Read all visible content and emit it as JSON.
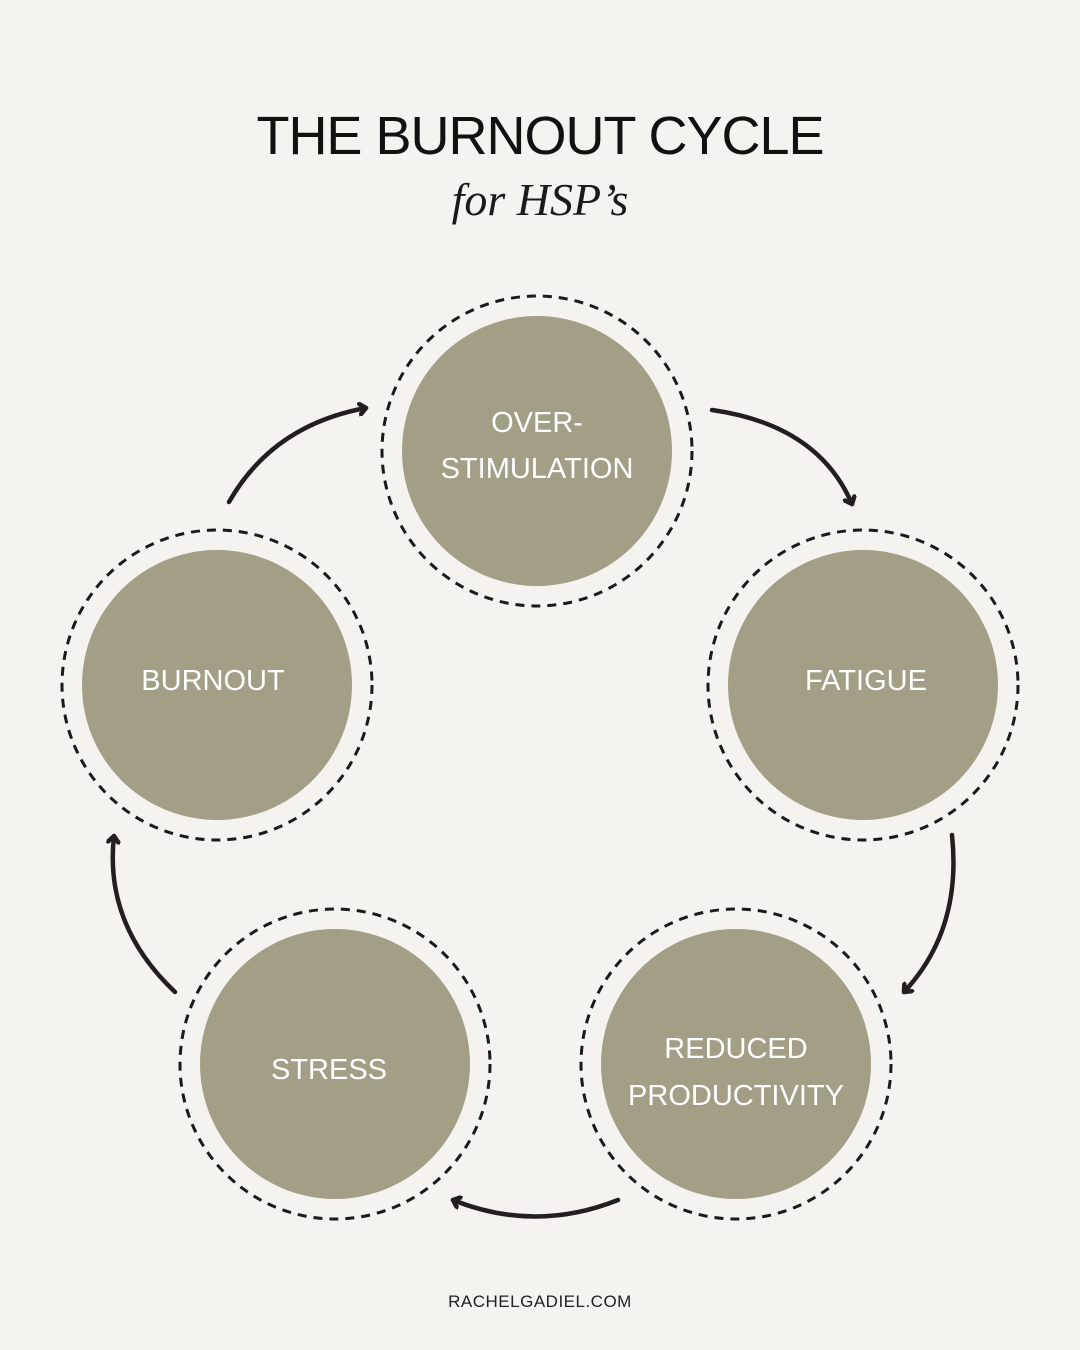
{
  "header": {
    "title": "THE BURNOUT CYCLE",
    "subtitle": "for HSP’s"
  },
  "colors": {
    "background": "#f4f3ef",
    "node_fill": "#a39f86",
    "node_text": "#ffffff",
    "dashed_ring": "#1a1a1a",
    "arrow": "#231f20"
  },
  "nodes": [
    {
      "id": "overstimulation",
      "lines": [
        "OVER-",
        "STIMULATION"
      ]
    },
    {
      "id": "fatigue",
      "lines": [
        "FATIGUE"
      ]
    },
    {
      "id": "reduced-productivity",
      "lines": [
        "REDUCED",
        "PRODUCTIVITY"
      ]
    },
    {
      "id": "stress",
      "lines": [
        "STRESS"
      ]
    },
    {
      "id": "burnout",
      "lines": [
        "BURNOUT"
      ]
    }
  ],
  "footer": {
    "website": "RACHELGADIEL.COM"
  }
}
